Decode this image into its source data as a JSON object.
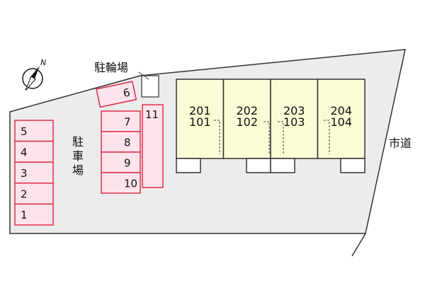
{
  "labels": {
    "bicycle_parking": "駐輪場",
    "parking": "駐車場",
    "city_road": "市道",
    "north": "N"
  },
  "parking_spaces": {
    "left_column": [
      "5",
      "4",
      "3",
      "2",
      "1"
    ],
    "slanted": "6",
    "middle_column": [
      "7",
      "8",
      "9",
      "10"
    ],
    "tall": "11"
  },
  "units": [
    {
      "upper": "201",
      "lower": "101"
    },
    {
      "upper": "202",
      "lower": "102"
    },
    {
      "upper": "203",
      "lower": "103"
    },
    {
      "upper": "204",
      "lower": "104"
    }
  ],
  "colors": {
    "lot": "#ececec",
    "space_fill": "#fde4ec",
    "space_border": "#e0304a",
    "building": "#fbfbd6",
    "outline": "#333333"
  }
}
